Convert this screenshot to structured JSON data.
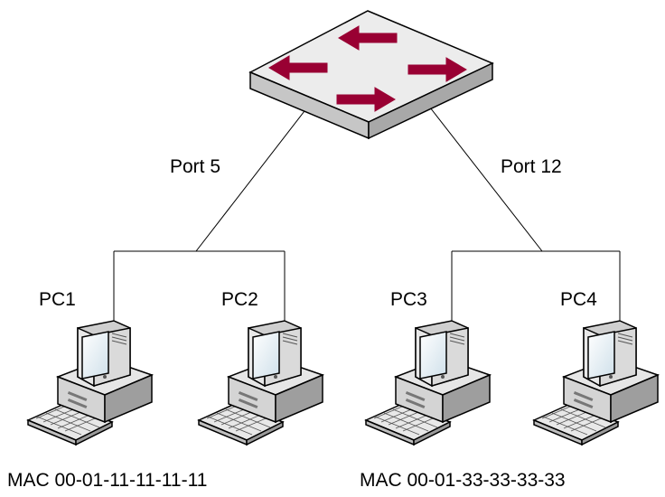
{
  "switch": {
    "ports": [
      {
        "label": "Port 5"
      },
      {
        "label": "Port 12"
      }
    ]
  },
  "pcs": [
    {
      "label": "PC1"
    },
    {
      "label": "PC2"
    },
    {
      "label": "PC3"
    },
    {
      "label": "PC4"
    }
  ],
  "mac_groups": [
    {
      "label": "MAC 00-01-11-11-11-11"
    },
    {
      "label": "MAC 00-01-33-33-33-33"
    }
  ],
  "colors": {
    "arrow": "#990033",
    "switch_top": "#e9e9e9",
    "switch_side": "#bdbdbd",
    "line": "#000000",
    "monitor": "#dcdcdc",
    "screen": "#ffffff"
  }
}
